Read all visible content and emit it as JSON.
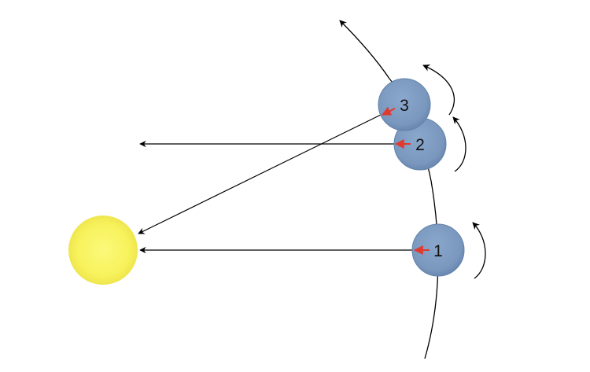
{
  "colors": {
    "sun_fill": "#f7f25c",
    "planet_fill": "#7f9cc2",
    "planet_stroke": "#6483aa",
    "line": "#000000",
    "pointer_arrow": "#e03a2f"
  },
  "sun": {
    "icon": "sun-circle"
  },
  "planets": [
    {
      "label": "1"
    },
    {
      "label": "2"
    },
    {
      "label": "3"
    }
  ]
}
